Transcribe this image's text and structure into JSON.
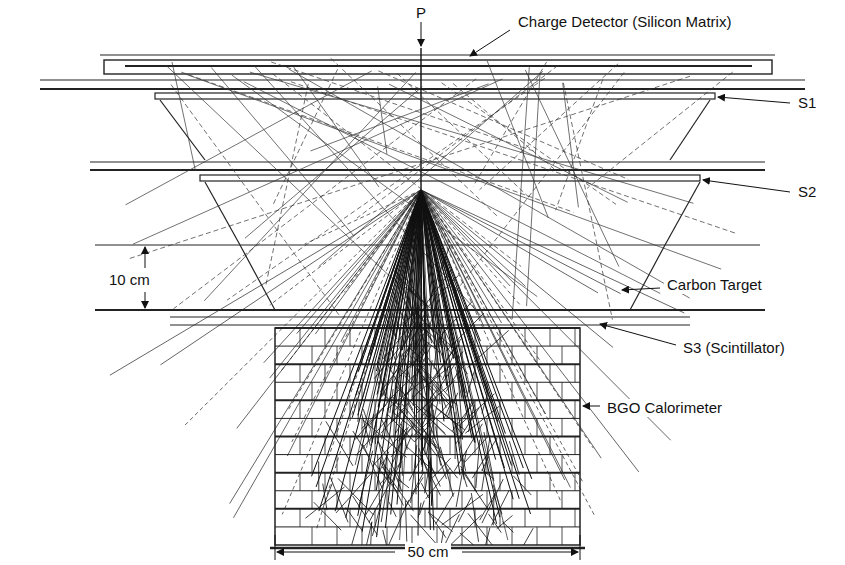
{
  "diagram": {
    "labels": [
      "P",
      "Charge Detector (Silicon Matrix)",
      "S1",
      "S2",
      "10 cm",
      "Carbon Target",
      "S3 (Scintillator)",
      "BGO Calorimeter",
      "50 cm"
    ]
  }
}
